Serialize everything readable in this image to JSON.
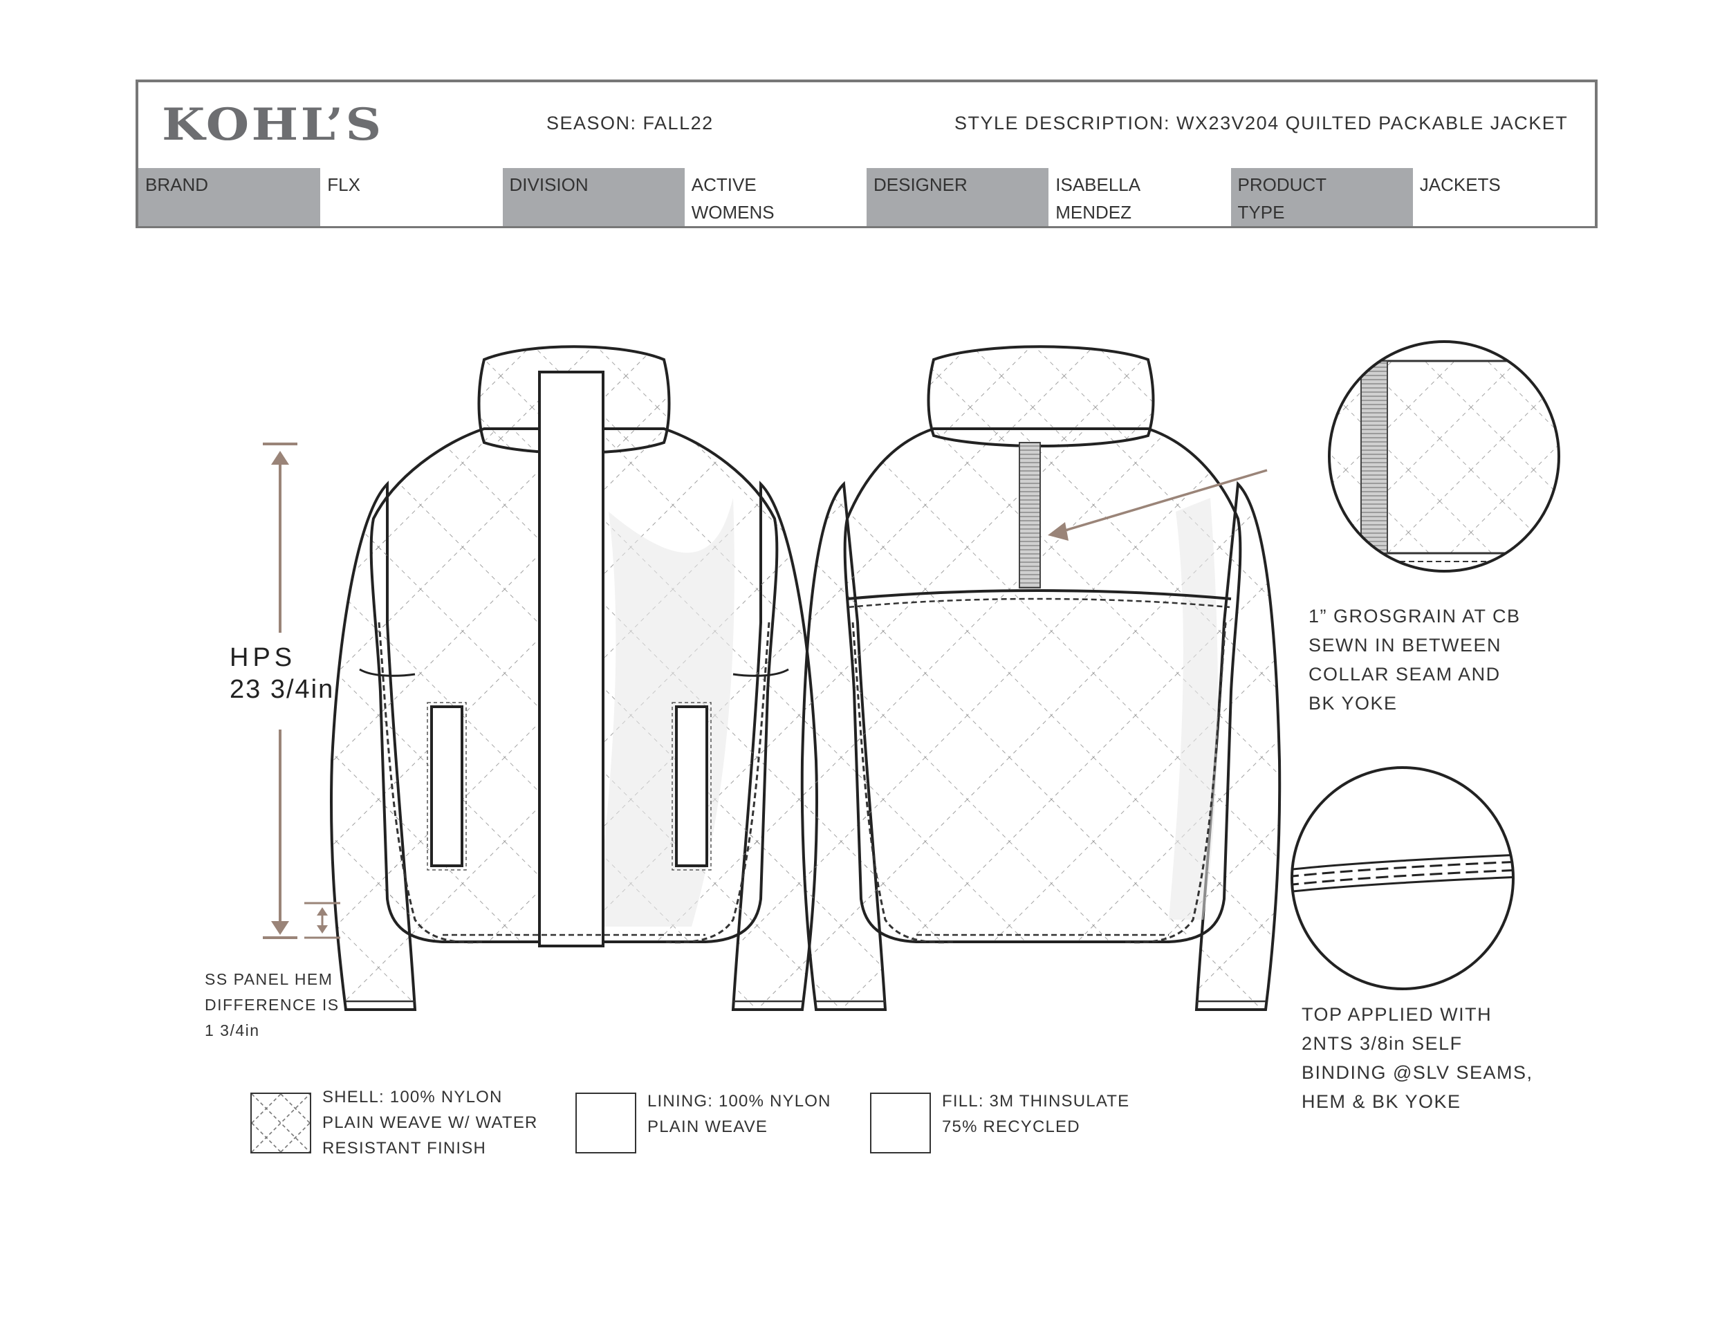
{
  "header": {
    "logo": "KOHL’S",
    "season": "SEASON:  FALL22",
    "style_description": "STYLE  DESCRIPTION:  WX23V204  QUILTED  PACKABLE  JACKET",
    "fields": [
      {
        "label": [
          "BRAND"
        ],
        "value": [
          "FLX"
        ]
      },
      {
        "label": [
          "DIVISION"
        ],
        "value": [
          "ACTIVE",
          "WOMENS"
        ]
      },
      {
        "label": [
          "DESIGNER"
        ],
        "value": [
          "ISABELLA",
          "MENDEZ"
        ]
      },
      {
        "label": [
          "PRODUCT",
          "TYPE"
        ],
        "value": [
          "JACKETS"
        ]
      }
    ]
  },
  "measure": {
    "label": "HPS",
    "value": "23 3/4in",
    "color": "#9a8478"
  },
  "notes": {
    "hem_difference": [
      "SS  PANEL  HEM",
      "DIFFERENCE  IS",
      "1  3/4in"
    ],
    "grosgrain": [
      "1”  GROSGRAIN  AT  CB",
      "SEWN  IN  BETWEEN",
      "COLLAR  SEAM  AND",
      "BK  YOKE"
    ],
    "binding": [
      "TOP  APPLIED  WITH",
      "2NTS  3/8in  SELF",
      "BINDING  @SLV  SEAMS,",
      "HEM  &  BK  YOKE"
    ]
  },
  "swatches": [
    {
      "icon": "quilted-swatch-icon",
      "lines": [
        "SHELL:  100%  NYLON",
        "PLAIN  WEAVE  W/  WATER",
        "RESISTANT  FINISH"
      ]
    },
    {
      "icon": "plain-swatch-icon",
      "lines": [
        "LINING:  100%  NYLON",
        "PLAIN  WEAVE"
      ]
    },
    {
      "icon": "plain-swatch-icon",
      "lines": [
        "FILL:  3M  THINSULATE",
        "75%  RECYCLED"
      ]
    }
  ],
  "drawings": {
    "front": "front-jacket-sketch",
    "back": "back-jacket-sketch",
    "detail_grosgrain": "grosgrain-detail-circle",
    "detail_binding": "binding-detail-circle"
  }
}
